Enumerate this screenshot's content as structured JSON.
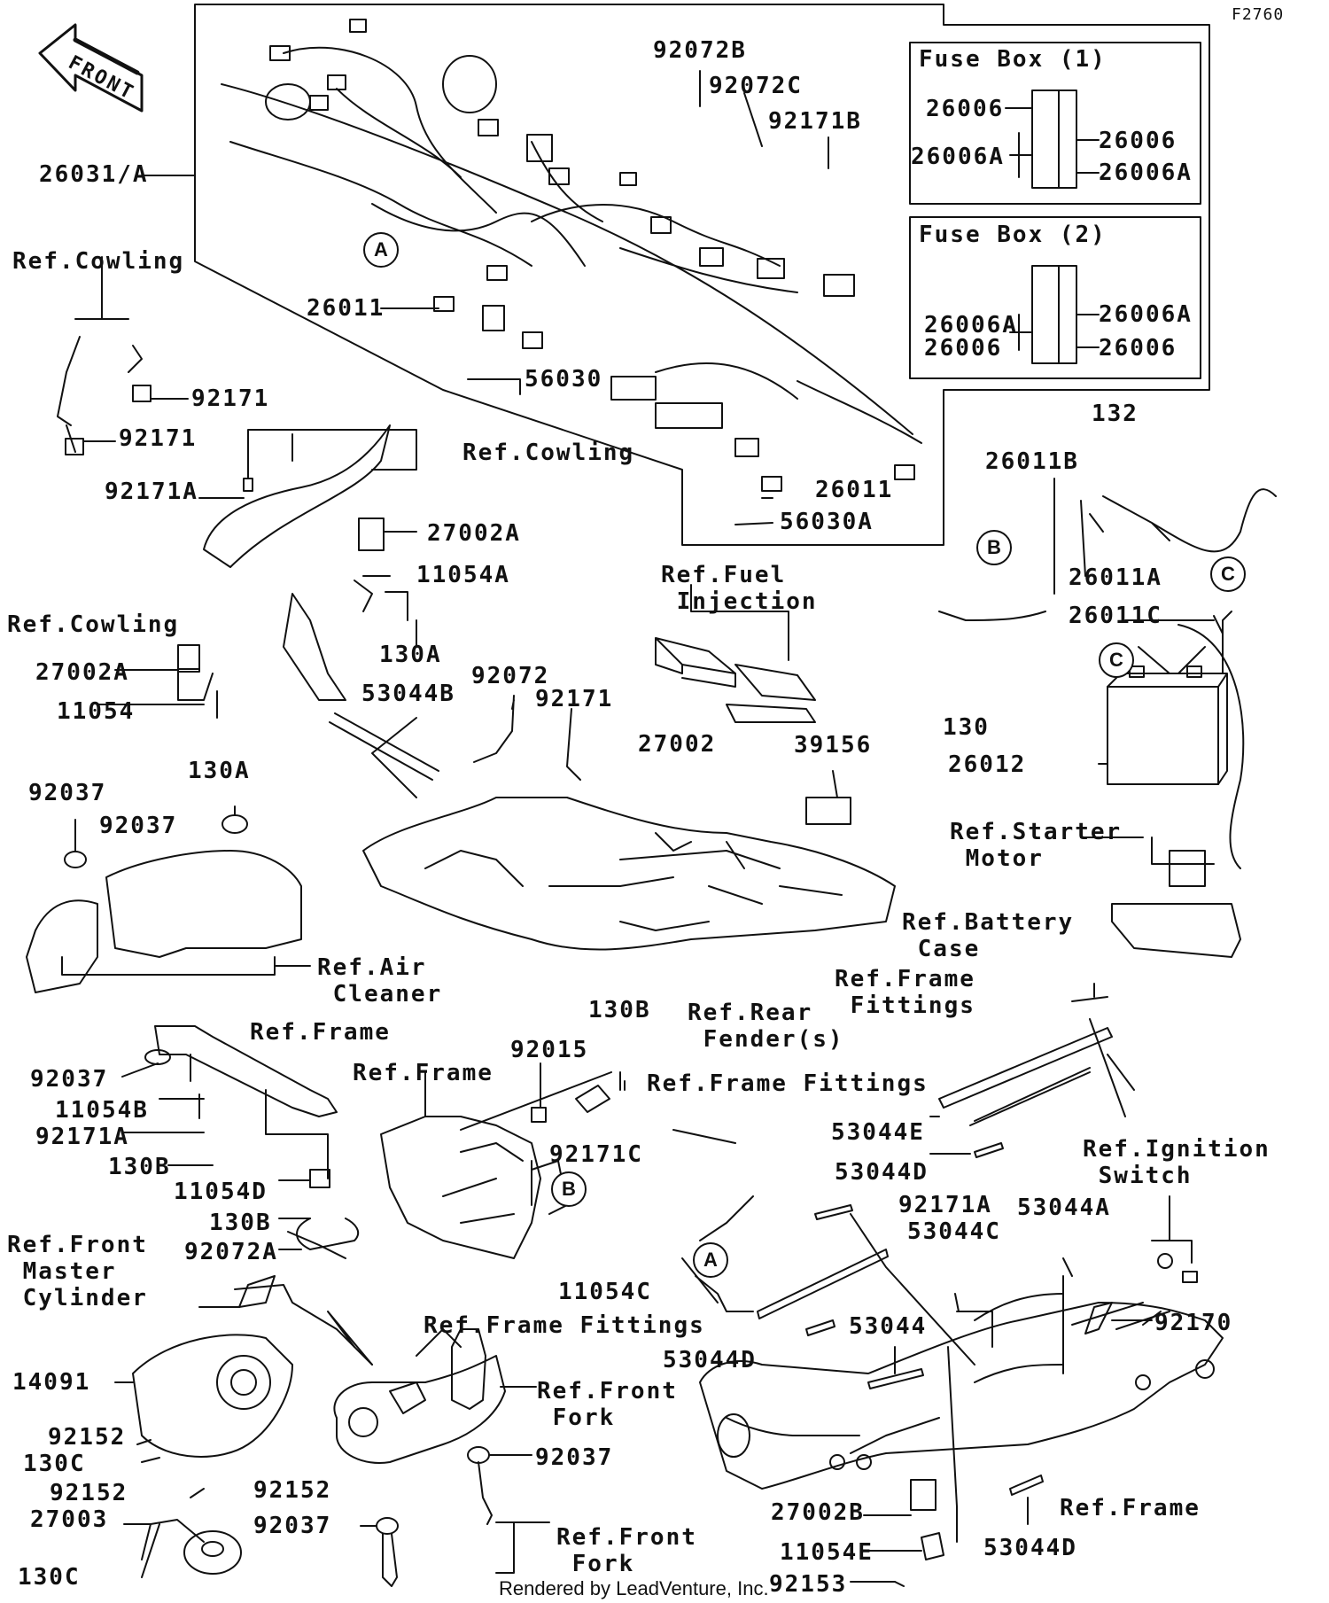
{
  "figure_code": "F2760",
  "direction_label": "FRONT",
  "credit": "Rendered by LeadVenture, Inc.",
  "callouts": [
    "A",
    "A",
    "B",
    "B",
    "C",
    "C"
  ],
  "fuse_box_1": {
    "title": "Fuse Box  (1)",
    "left": [
      "26006",
      "26006A"
    ],
    "right": [
      "26006",
      "26006A"
    ]
  },
  "fuse_box_2": {
    "title": "Fuse Box  (2)",
    "left": [
      "26006A",
      "26006"
    ],
    "right": [
      "26006A",
      "26006"
    ]
  },
  "parts": {
    "p26031": "26031/A",
    "p92072b": "92072B",
    "p92072c": "92072C",
    "p92171b": "92171B",
    "p26011_top": "26011",
    "p56030": "56030",
    "p26011_mid": "26011",
    "p56030a": "56030A",
    "p92171_1": "92171",
    "p92171_2": "92171",
    "p92171a_1": "92171A",
    "p27002a_1": "27002A",
    "p11054a": "11054A",
    "p130a_1": "130A",
    "p27002a_2": "27002A",
    "p11054": "11054",
    "p130a_2": "130A",
    "p53044b": "53044B",
    "p92072": "92072",
    "p92171_3": "92171",
    "p27002": "27002",
    "p39156": "39156",
    "p132": "132",
    "p26011b": "26011B",
    "p26011a": "26011A",
    "p26011c": "26011C",
    "p130": "130",
    "p26012": "26012",
    "p92037_1": "92037",
    "p92037_2": "92037",
    "p92037_3": "92037",
    "p11054b": "11054B",
    "p92171a_2": "92171A",
    "p130b_1": "130B",
    "p11054d": "11054D",
    "p130b_2": "130B",
    "p92072a": "92072A",
    "p92015": "92015",
    "p130b_3": "130B",
    "p92171c": "92171C",
    "p53044e": "53044E",
    "p53044d_1": "53044D",
    "p92171a_3": "92171A",
    "p53044c": "53044C",
    "p53044a": "53044A",
    "p11054c": "11054C",
    "p53044": "53044",
    "p53044d_2": "53044D",
    "p92170": "92170",
    "p14091": "14091",
    "p92152_1": "92152",
    "p130c_1": "130C",
    "p92152_2": "92152",
    "p92152_3": "92152",
    "p27003": "27003",
    "p130c_2": "130C",
    "p92037_4": "92037",
    "p92037_5": "92037",
    "p27002b": "27002B",
    "p11054e": "11054E",
    "p92153": "92153",
    "p53044d_3": "53044D"
  },
  "references": {
    "cowling_1": "Ref.Cowling",
    "cowling_2": "Ref.Cowling",
    "cowling_3": "Ref.Cowling",
    "fuel_injection": "Ref.Fuel\n Injection",
    "starter_motor": "Ref.Starter\n Motor",
    "battery_case": "Ref.Battery\n Case",
    "air_cleaner": "Ref.Air\n Cleaner",
    "frame_fittings_1": "Ref.Frame\n Fittings",
    "rear_fender": "Ref.Rear\n Fender(s)",
    "frame_1": "Ref.Frame",
    "frame_2": "Ref.Frame",
    "frame_fittings_2": "Ref.Frame Fittings",
    "ignition_switch": "Ref.Ignition\n Switch",
    "front_master_cylinder": "Ref.Front\n Master\n Cylinder",
    "frame_fittings_3": "Ref.Frame Fittings",
    "front_fork_1": "Ref.Front\n Fork",
    "front_fork_2": "Ref.Front\n Fork",
    "frame_3": "Ref.Frame"
  }
}
